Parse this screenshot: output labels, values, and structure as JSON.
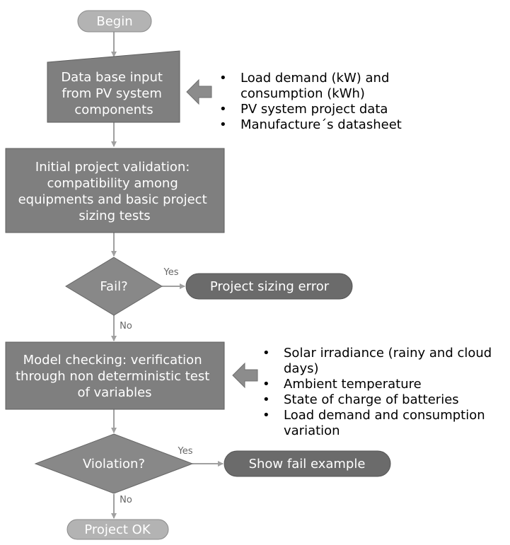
{
  "nodes": {
    "begin": "Begin",
    "data_input": [
      "Data base input",
      "from PV system",
      "components"
    ],
    "validation": [
      "Initial project validation:",
      "compatibility among",
      "equipments and basic project",
      "sizing tests"
    ],
    "fail": "Fail?",
    "sizing_error": "Project sizing error",
    "model_checking": [
      "Model checking: verification",
      "through non deterministic test",
      "of variables"
    ],
    "violation": "Violation?",
    "show_fail": "Show fail example",
    "project_ok": "Project OK"
  },
  "edges": {
    "fail_yes": "Yes",
    "fail_no": "No",
    "violation_yes": "Yes",
    "violation_no": "No"
  },
  "inputs_1": [
    "Load demand (kW) and consumption (kWh)",
    "PV system project data",
    "Manufacture´s datasheet"
  ],
  "inputs_2": [
    "Solar irradiance (rainy and cloud days)",
    "Ambient temperature",
    "State of charge of batteries",
    "Load demand and consumption variation"
  ],
  "colors": {
    "process_fill": "#7f7f7f",
    "decision_fill": "#888888",
    "terminal_dark": "#6b6b6b",
    "terminal_light": "#b3b3b3",
    "connector": "#a0a0a0"
  }
}
